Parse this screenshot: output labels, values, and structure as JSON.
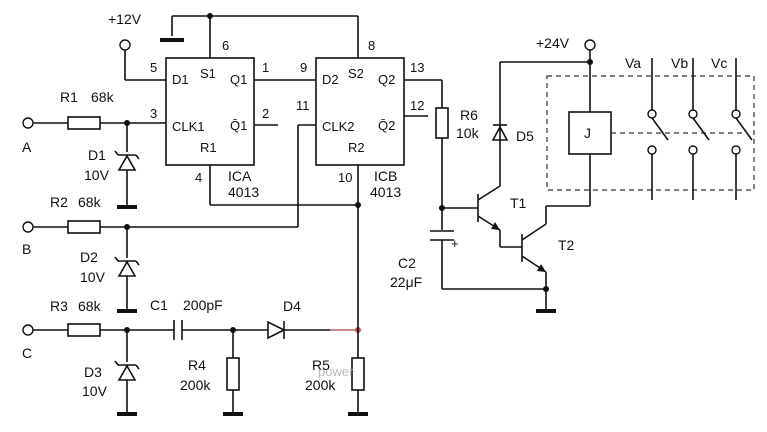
{
  "terminals": {
    "a": "A",
    "b": "B",
    "c": "C"
  },
  "supply": {
    "v12": "+12V",
    "v24": "+24V"
  },
  "resistors": {
    "r1": {
      "name": "R1",
      "value": "68k"
    },
    "r2": {
      "name": "R2",
      "value": "68k"
    },
    "r3": {
      "name": "R3",
      "value": "68k"
    },
    "r4": {
      "name": "R4",
      "value": "200k"
    },
    "r5": {
      "name": "R5",
      "value": "200k"
    },
    "r6": {
      "name": "R6",
      "value": "10k"
    }
  },
  "diodes": {
    "d1": {
      "name": "D1",
      "value": "10V"
    },
    "d2": {
      "name": "D2",
      "value": "10V"
    },
    "d3": {
      "name": "D3",
      "value": "10V"
    },
    "d4": {
      "name": "D4"
    },
    "d5": {
      "name": "D5"
    }
  },
  "capacitors": {
    "c1": {
      "name": "C1",
      "value": "200pF"
    },
    "c2": {
      "name": "C2",
      "value": "22μF"
    }
  },
  "ica": {
    "name": "ICA",
    "part": "4013",
    "pins": {
      "d": "D1",
      "s": "S1",
      "q": "Q1",
      "qbar": "Q̄1",
      "clk": "CLK1",
      "r": "R1"
    },
    "pin_numbers": {
      "p5": "5",
      "p6": "6",
      "p1": "1",
      "p2": "2",
      "p3": "3",
      "p4": "4"
    }
  },
  "icb": {
    "name": "ICB",
    "part": "4013",
    "pins": {
      "d": "D2",
      "s": "S2",
      "q": "Q2",
      "qbar": "Q̄2",
      "clk": "CLK2",
      "r": "R2"
    },
    "pin_numbers": {
      "p9": "9",
      "p8": "8",
      "p13": "13",
      "p12": "12",
      "p11": "11",
      "p10": "10"
    }
  },
  "transistors": {
    "t1": "T1",
    "t2": "T2"
  },
  "relay": {
    "coil": "J",
    "contacts": [
      "Va",
      "Vb",
      "Vc"
    ]
  },
  "watermark": "power"
}
